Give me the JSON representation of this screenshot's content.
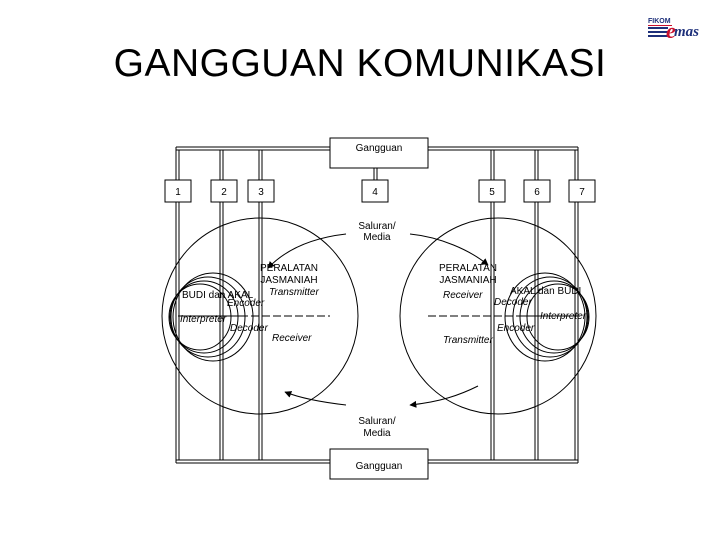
{
  "title": "GANGGUAN KOMUNIKASI",
  "logo": {
    "brand": "FIKOM",
    "e": "e",
    "mas": "mas"
  },
  "diagram": {
    "noise_top": "Gangguan",
    "noise_bottom": "Gangguan",
    "numbers": [
      "1",
      "2",
      "3",
      "4",
      "5",
      "6",
      "7"
    ],
    "channel_top": [
      "Saluran/",
      "Media"
    ],
    "channel_bottom": [
      "Saluran/",
      "Media"
    ],
    "left": {
      "physical": [
        "PERALATAN",
        "JASMANIAH"
      ],
      "transmitter": "Transmitter",
      "mind": "BUDI dan AKAL",
      "encoder": "Encoder",
      "interpreter": "Interpreter",
      "decoder": "Decoder",
      "receiver": "Receiver"
    },
    "right": {
      "physical": [
        "PERALATAN",
        "JASMANIAH"
      ],
      "receiver": "Receiver",
      "mind": "AKAL dan BUDI",
      "decoder": "Decoder",
      "interpreter": "Interpreter",
      "encoder": "Encoder",
      "transmitter": "Transmitter"
    }
  }
}
